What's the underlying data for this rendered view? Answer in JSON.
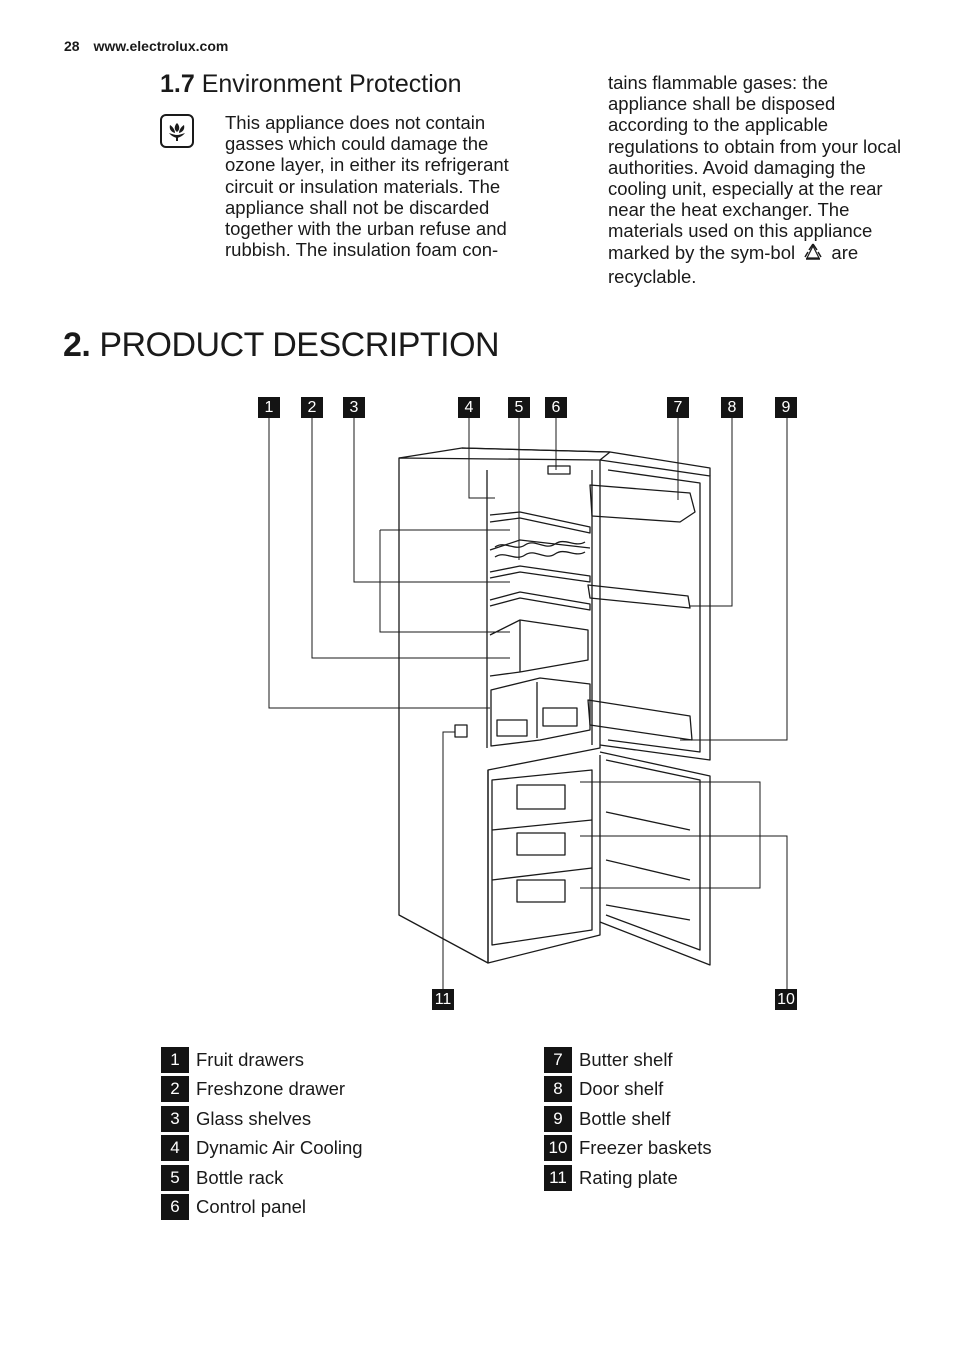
{
  "header": {
    "page_number": "28",
    "website": "www.electrolux.com"
  },
  "section_1_7": {
    "number": "1.7",
    "title": "Environment Protection",
    "icon": "environment-flower-icon",
    "paragraph_left": "This appliance does not contain gasses which could damage the ozone layer, in either its refrigerant circuit or insulation materials. The appliance shall not be discarded together with the urban refuse and rubbish. The insulation foam con-",
    "paragraph_right_part1": "tains flammable gases: the appliance shall be disposed according to the applicable regulations to obtain from your local authorities. Avoid damaging the cooling unit, especially at the rear near the heat exchanger. The materials used on this appliance marked by the sym-bol",
    "recycle_icon": "recycle-icon",
    "paragraph_right_part2": "are recyclable."
  },
  "section_2": {
    "number": "2.",
    "title": "PRODUCT DESCRIPTION"
  },
  "diagram": {
    "callouts_top": [
      "1",
      "2",
      "3",
      "4",
      "5",
      "6",
      "7",
      "8",
      "9"
    ],
    "callouts_bottom": [
      "11",
      "10"
    ]
  },
  "legend": {
    "left": [
      {
        "num": "1",
        "label": "Fruit drawers"
      },
      {
        "num": "2",
        "label": "Freshzone drawer"
      },
      {
        "num": "3",
        "label": "Glass shelves"
      },
      {
        "num": "4",
        "label": "Dynamic Air Cooling"
      },
      {
        "num": "5",
        "label": "Bottle rack"
      },
      {
        "num": "6",
        "label": "Control panel"
      }
    ],
    "right": [
      {
        "num": "7",
        "label": "Butter shelf"
      },
      {
        "num": "8",
        "label": "Door shelf"
      },
      {
        "num": "9",
        "label": "Bottle shelf"
      },
      {
        "num": "10",
        "label": "Freezer baskets"
      },
      {
        "num": "11",
        "label": "Rating plate"
      }
    ]
  }
}
